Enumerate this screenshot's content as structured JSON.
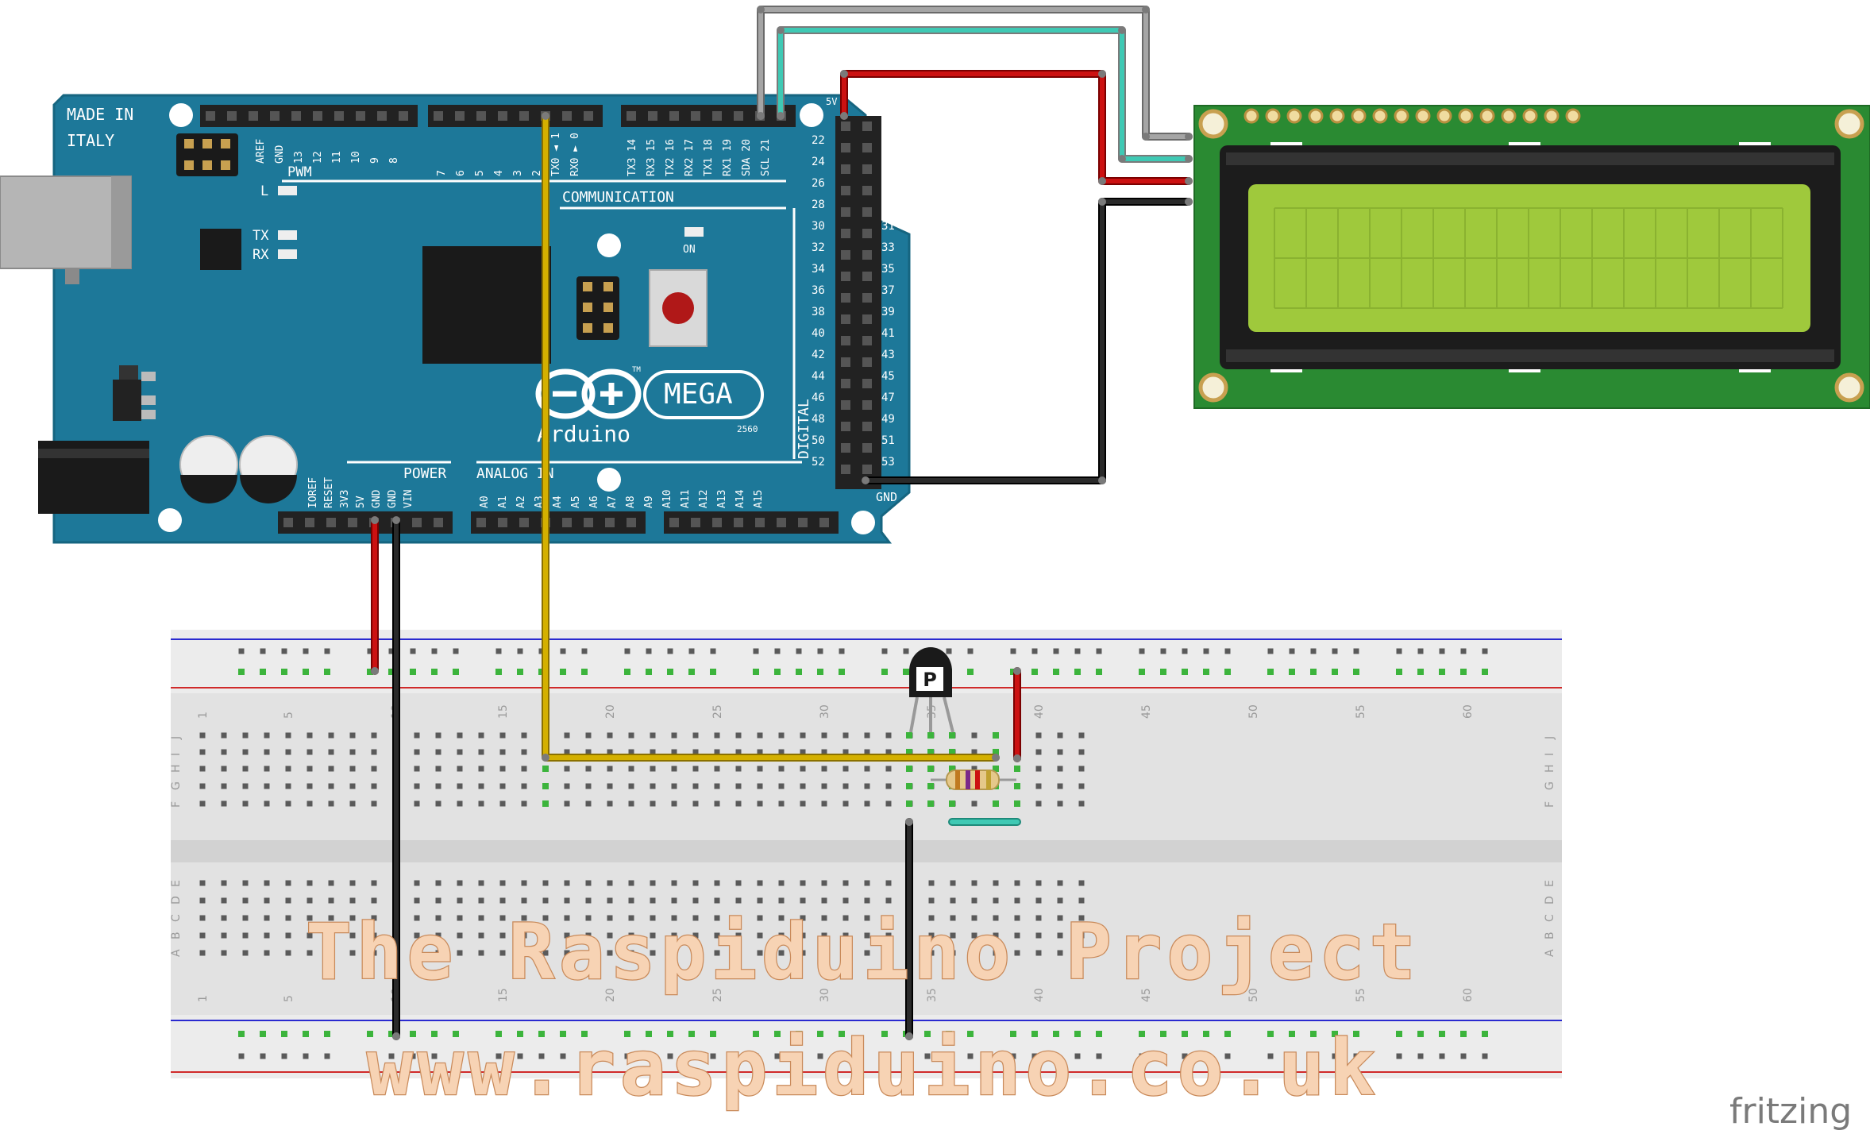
{
  "arduino": {
    "made_in_1": "MADE IN",
    "made_in_2": "ITALY",
    "pwm": "PWM",
    "l": "L",
    "tx": "TX",
    "rx": "RX",
    "on": "ON",
    "communication": "COMMUNICATION",
    "power": "POWER",
    "analog_in": "ANALOG IN",
    "mega": "MEGA",
    "brand": "Arduino",
    "tm": "TM",
    "model": "2560",
    "digital": "DIGITAL",
    "gnd": "GND",
    "five_v": "5V",
    "top_pins_left": [
      "AREF",
      "GND",
      "13",
      "12",
      "11",
      "10",
      "9",
      "8"
    ],
    "top_pins_mid": [
      "7",
      "6",
      "5",
      "4",
      "3",
      "2",
      "TX0 ◄ 1",
      "RX0 ► 0"
    ],
    "top_pins_right": [
      "TX3 14",
      "RX3 15",
      "TX2 16",
      "RX2 17",
      "TX1 18",
      "RX1 19",
      "SDA 20",
      "SCL 21"
    ],
    "power_pins": [
      "IOREF",
      "RESET",
      "3V3",
      "5V",
      "GND",
      "GND",
      "VIN"
    ],
    "analog_pins": [
      "A0",
      "A1",
      "A2",
      "A3",
      "A4",
      "A5",
      "A6",
      "A7",
      "A8",
      "A9",
      "A10",
      "A11",
      "A12",
      "A13",
      "A14",
      "A15"
    ],
    "digital_left": [
      "22",
      "24",
      "26",
      "28",
      "30",
      "32",
      "34",
      "36",
      "38",
      "40",
      "42",
      "44",
      "46",
      "48",
      "50",
      "52"
    ],
    "digital_right": [
      "31",
      "33",
      "35",
      "37",
      "39",
      "41",
      "43",
      "45",
      "47",
      "49",
      "51",
      "53"
    ]
  },
  "breadboard": {
    "row_letters_top": [
      "J",
      "I",
      "H",
      "G",
      "F"
    ],
    "row_letters_bottom": [
      "E",
      "D",
      "C",
      "B",
      "A"
    ],
    "column_numbers": [
      "1",
      "5",
      "10",
      "15",
      "20",
      "25",
      "30",
      "35",
      "40",
      "45",
      "50",
      "55",
      "60"
    ]
  },
  "transistor": {
    "label": "P"
  },
  "watermark": {
    "line1": "The Raspiduino Project",
    "line2": "www.raspiduino.co.uk"
  },
  "credit": "fritzing",
  "colors": {
    "board_blue": "#1d7899",
    "lcd_green": "#2a8a32",
    "lcd_screen": "#9fc93c",
    "wire_red": "#cc1111",
    "wire_black": "#1a1a1a",
    "wire_yellow": "#d4b000",
    "wire_cyan": "#3fc9b4",
    "wire_grey": "#9a9a9a"
  }
}
